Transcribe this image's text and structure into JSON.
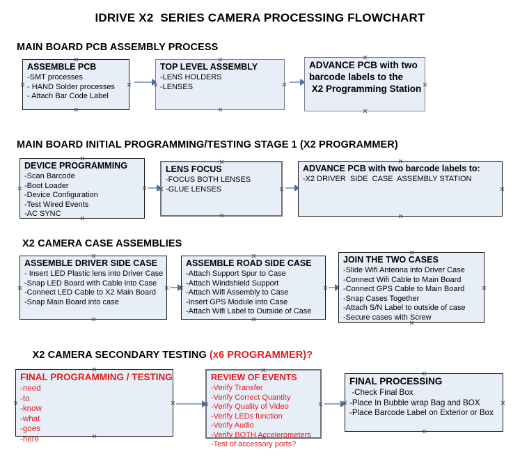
{
  "title": "IDRIVE X2  SERIES CAMERA PROCESSING FLOWCHART",
  "colors": {
    "box_fill": "#e8eef7",
    "border_dark": "#1a1a1a",
    "border_gray": "#7d7d85",
    "arrow": "#8fa7c4",
    "arrow_head": "#4a6fa8",
    "accent_red": "#e01b1b"
  },
  "sections": [
    {
      "heading": "MAIN BOARD PCB ASSEMBLY PROCESS",
      "heading_accent": "",
      "nodes": [
        {
          "title": "ASSEMBLE PCB",
          "lines": [
            "-SMT processes",
            "- HAND Solder processes",
            "- Attach Bar Code Label"
          ]
        },
        {
          "title": "TOP LEVEL ASSEMBLY",
          "lines": [
            "-LENS HOLDERS",
            "-LENSES"
          ]
        },
        {
          "title": "ADVANCE PCB with two",
          "lines": [
            "barcode labels to the",
            " X2 Programming Station"
          ]
        }
      ]
    },
    {
      "heading": "MAIN BOARD INITIAL PROGRAMMING/TESTING STAGE 1 (X2 PROGRAMMER)",
      "heading_accent": "",
      "nodes": [
        {
          "title": "DEVICE PROGRAMMING",
          "lines": [
            "-Scan Barcode",
            "-Boot Loader",
            "-Device Configuration",
            "-Test Wired Events",
            "-AC SYNC"
          ]
        },
        {
          "title": "LENS FOCUS",
          "lines": [
            "-FOCUS BOTH LENSES",
            "-GLUE LENSES"
          ]
        },
        {
          "title": "ADVANCE PCB with two barcode labels to:",
          "lines": [
            "-X2 DRIVER  SIDE  CASE  ASSEMBLY STATION"
          ]
        }
      ]
    },
    {
      "heading": "X2 CAMERA CASE ASSEMBLIES",
      "heading_accent": "",
      "nodes": [
        {
          "title": "ASSEMBLE DRIVER SIDE CASE",
          "lines": [
            "- Insert LED Plastic lens into Driver Case",
            "-Snap LED Board with Cable into Case",
            "-Connect LED Cable to X2 Main Board",
            "-Snap Main Board into case"
          ]
        },
        {
          "title": "ASSEMBLE ROAD SIDE CASE",
          "lines": [
            "-Attach Support Spur to Case",
            "-Attach Windshield Support",
            "-Attach Wifi Assembly to Case",
            "-Insert GPS Module into Case",
            "-Attach Wifi Label to Outside of Case"
          ]
        },
        {
          "title": "JOIN THE TWO CASES",
          "lines": [
            "-Slide Wifi Antenna into Driver Case",
            "-Connect Wifi Cable to Main Board",
            "-Connect GPS Cable to Main Board",
            "-Snap Cases Together",
            "-Attach S/N Label to outside of case",
            "-Secure cases with Screw"
          ]
        }
      ]
    },
    {
      "heading": "X2 CAMERA SECONDARY TESTING ",
      "heading_accent": "(x6 PROGRAMMER)?",
      "nodes": [
        {
          "title": "FINAL PROGRAMMING / TESTING",
          "lines": [
            "-need",
            "-to",
            "-know",
            "-what",
            "-goes",
            "-here"
          ]
        },
        {
          "title": "REVIEW OF EVENTS",
          "lines": [
            "-Verify Transfer",
            "-Verify Correct Quantity",
            "-Verify Quality of Video",
            "-Verify LEDs function",
            "-Verify Audio",
            "-Verify BOTH Accelerometers",
            "-Test of accessory ports?"
          ]
        },
        {
          "title": "FINAL PROCESSING",
          "lines": [
            " -Check Final Box",
            "-Place In Bubble wrap Bag and BOX",
            "-Place Barcode Label on Exterior or Box"
          ]
        }
      ]
    }
  ]
}
